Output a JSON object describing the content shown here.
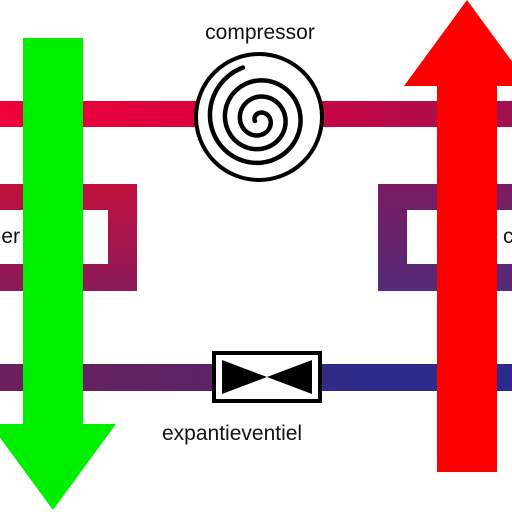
{
  "labels": {
    "compressor": "compressor",
    "expansion_valve": "expantieventiel",
    "left_heat_exchanger_partial": "er",
    "right_heat_exchanger_partial": "c"
  },
  "colors": {
    "cold_arrow": "#00ee00",
    "hot_arrow": "#ff0000",
    "pipe_hot": "#e8003c",
    "pipe_warm": "#a5154a",
    "pipe_mid": "#7a1f5e",
    "pipe_cold": "#2b2a8a",
    "valve_fill": "#000000",
    "background": "#ffffff"
  },
  "icons": {
    "compressor": "spiral-icon",
    "expansion_valve": "bowtie-valve-icon"
  }
}
